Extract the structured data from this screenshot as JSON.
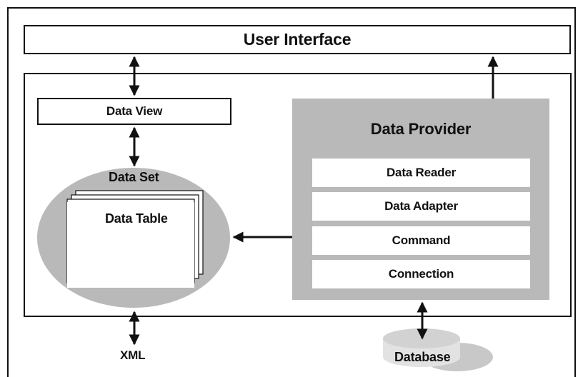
{
  "diagram": {
    "user_interface": "User Interface",
    "data_view": "Data View",
    "data_set": "Data Set",
    "data_table": "Data Table",
    "data_provider": {
      "title": "Data Provider",
      "layers": [
        "Data Reader",
        "Data Adapter",
        "Command",
        "Connection"
      ]
    },
    "xml": "XML",
    "database": "Database"
  },
  "colors": {
    "provider_fill": "#b9b9b9",
    "dataset_fill": "#b9b9b9",
    "database_top": "#e2e2e2",
    "database_shadow": "#c8c8c8",
    "line": "#111111"
  }
}
